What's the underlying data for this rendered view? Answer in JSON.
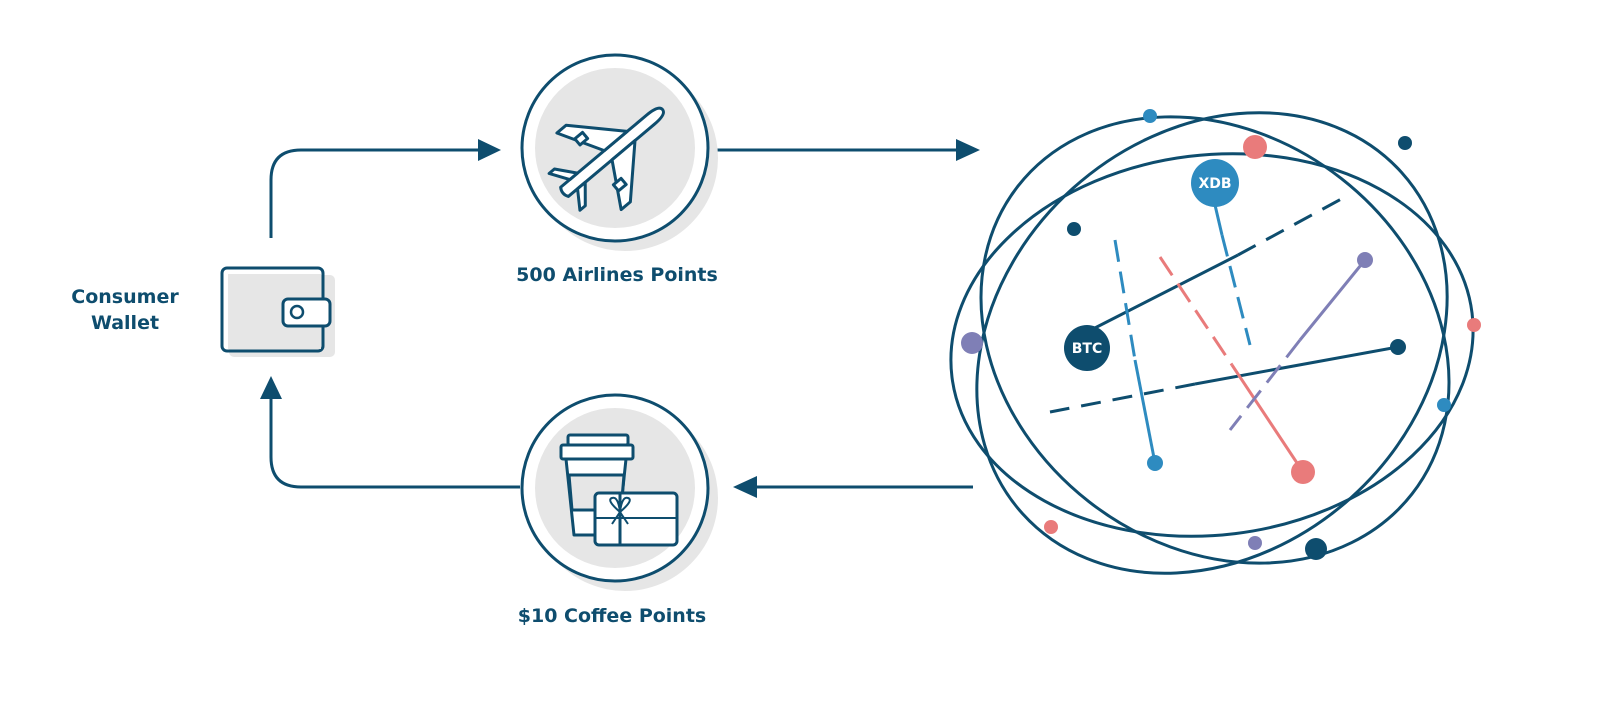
{
  "labels": {
    "wallet_line1": "Consumer",
    "wallet_line2": "Wallet",
    "airline": "500 Airlines Points",
    "coffee": "$10 Coffee Points"
  },
  "network": {
    "nodes": [
      "BTC",
      "XDB"
    ]
  },
  "colors": {
    "navy": "#0e4d6e",
    "blue": "#2e8bc0",
    "red": "#e97b7b",
    "purple": "#7f7fb6",
    "icon_fill": "#e6e6e6"
  }
}
